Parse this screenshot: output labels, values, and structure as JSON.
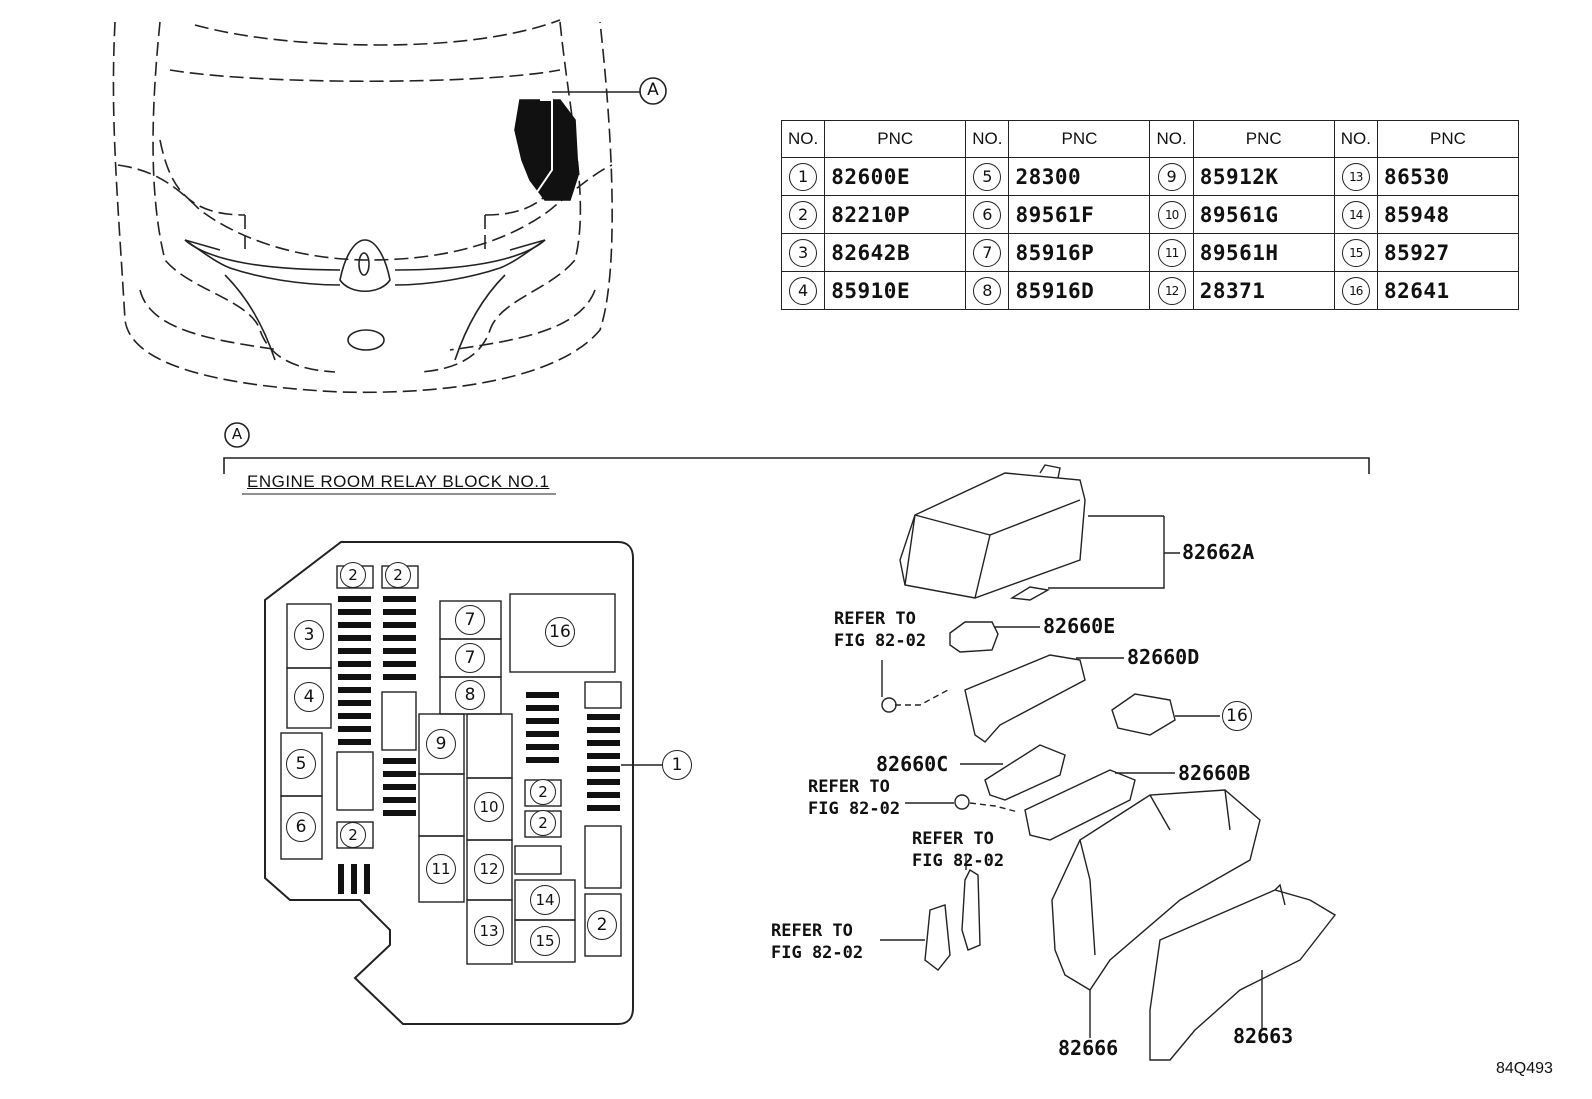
{
  "callout_label": "A",
  "section_title": "ENGINE ROOM RELAY BLOCK NO.1",
  "figure_id": "84Q493",
  "table": {
    "headers": {
      "no": "NO.",
      "pnc": "PNC"
    },
    "rows": [
      [
        {
          "no": "1",
          "pnc": "82600E"
        },
        {
          "no": "5",
          "pnc": "28300"
        },
        {
          "no": "9",
          "pnc": "85912K"
        },
        {
          "no": "13",
          "pnc": "86530"
        }
      ],
      [
        {
          "no": "2",
          "pnc": "82210P"
        },
        {
          "no": "6",
          "pnc": "89561F"
        },
        {
          "no": "10",
          "pnc": "89561G"
        },
        {
          "no": "14",
          "pnc": "85948"
        }
      ],
      [
        {
          "no": "3",
          "pnc": "82642B"
        },
        {
          "no": "7",
          "pnc": "85916P"
        },
        {
          "no": "11",
          "pnc": "89561H"
        },
        {
          "no": "15",
          "pnc": "85927"
        }
      ],
      [
        {
          "no": "4",
          "pnc": "85910E"
        },
        {
          "no": "8",
          "pnc": "85916D"
        },
        {
          "no": "12",
          "pnc": "28371"
        },
        {
          "no": "16",
          "pnc": "82641"
        }
      ]
    ]
  },
  "relay_block": {
    "slots": [
      "2",
      "2",
      "3",
      "4",
      "5",
      "6",
      "2",
      "7",
      "7",
      "8",
      "16",
      "9",
      "10",
      "11",
      "12",
      "13",
      "2",
      "2",
      "14",
      "15",
      "2"
    ],
    "pointer_label": "1"
  },
  "parts": {
    "p82662A": "82662A",
    "p82660E": "82660E",
    "p82660D": "82660D",
    "p82660C": "82660C",
    "p82660B": "82660B",
    "p82666": "82666",
    "p82663": "82663",
    "p16": "16"
  },
  "refs": {
    "ref1": "REFER TO\nFIG 82-02",
    "ref2": "REFER TO\nFIG 82-02",
    "ref3": "REFER TO\nFIG 82-02",
    "ref4": "REFER TO\nFIG 82-02"
  }
}
